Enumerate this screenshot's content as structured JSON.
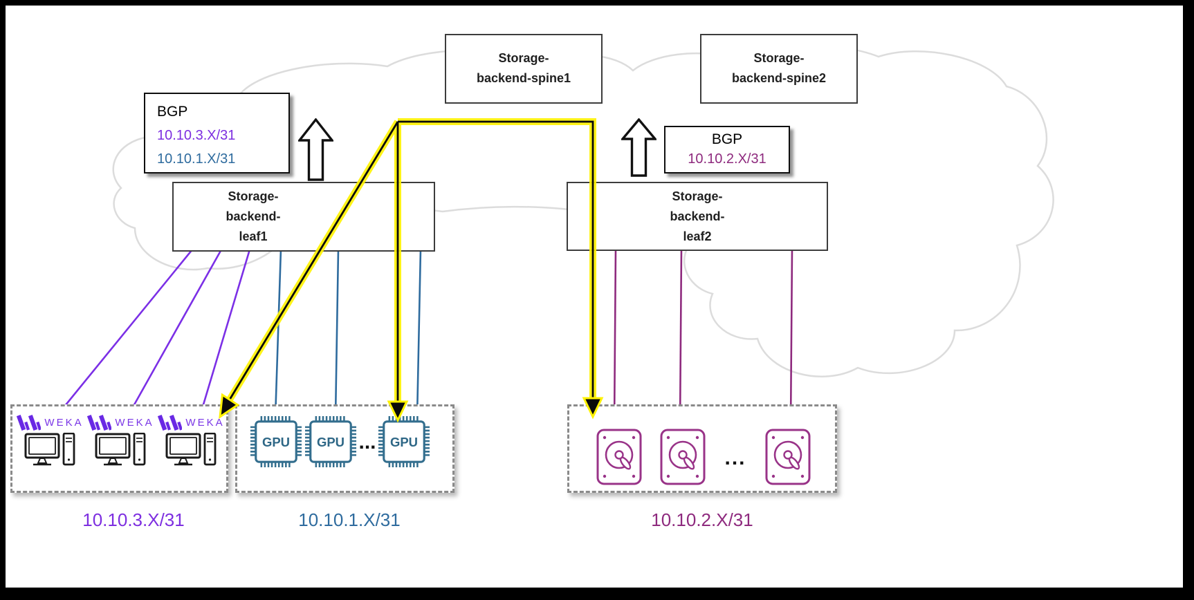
{
  "diagram": {
    "spine1": {
      "line1": "Storage-",
      "line2": "backend-spine1"
    },
    "spine2": {
      "line1": "Storage-",
      "line2": "backend-spine2"
    },
    "leaf1": {
      "line1": "Storage-",
      "line2": "backend-",
      "line3": "leaf1"
    },
    "leaf2": {
      "line1": "Storage-",
      "line2": "backend-",
      "line3": "leaf2"
    },
    "bgp_left": {
      "title": "BGP",
      "route1": "10.10.3.X/31",
      "route2": "10.10.1.X/31"
    },
    "bgp_right": {
      "title": "BGP",
      "route1": "10.10.2.X/31"
    },
    "weka_group": {
      "clients": [
        {
          "label": "WEKA"
        },
        {
          "label": "WEKA"
        },
        {
          "label": "WEKA"
        }
      ],
      "subnet": "10.10.3.X/31"
    },
    "gpu_group": {
      "gpus": [
        {
          "label": "GPU"
        },
        {
          "label": "GPU"
        },
        {
          "label": "GPU"
        }
      ],
      "ellipsis": "...",
      "subnet": "10.10.1.X/31"
    },
    "disk_group": {
      "disk_count": 3,
      "ellipsis": "...",
      "subnet": "10.10.2.X/31"
    },
    "colors": {
      "purple_subnet": "#7D2EE0",
      "blue_subnet": "#2E6B9E",
      "magenta_subnet": "#8E2A7E",
      "weka_purple": "#6929E4",
      "gpu_teal": "#2E6786",
      "disk_magenta": "#993388",
      "highlight_yellow": "#FFF200",
      "cloud_gray": "#DCDCDC"
    }
  }
}
